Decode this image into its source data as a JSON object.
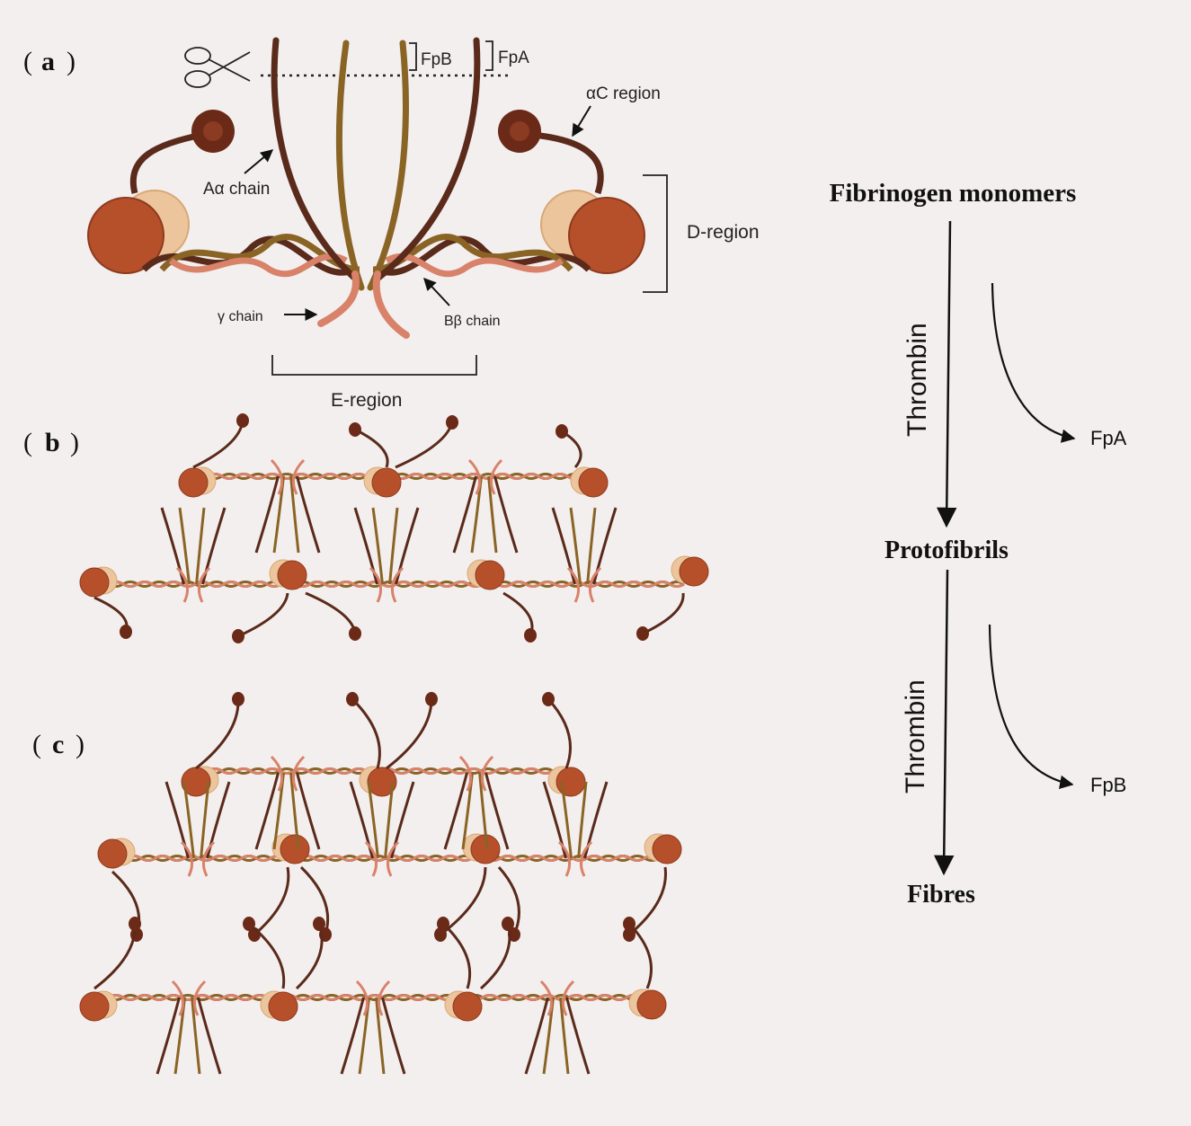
{
  "panels": {
    "a": "a",
    "b": "b",
    "c": "c"
  },
  "labels": {
    "fpb": "FpB",
    "fpa": "FpA",
    "ac_region": "αC region",
    "aa_chain": "Aα chain",
    "d_region": "D-region",
    "g_chain": "γ chain",
    "bb_chain": "Bβ chain",
    "e_region": "E-region"
  },
  "flow": {
    "monomers": "Fibrinogen  monomers",
    "thrombin1": "Thrombin",
    "fpa_release": "FpA",
    "protofibrils": "Protofibrils",
    "thrombin2": "Thrombin",
    "fpb_release": "FpB",
    "fibres": "Fibres"
  },
  "colors": {
    "background": "#f3efee",
    "dark_brown": "#5a2a1b",
    "olive": "#8a6425",
    "salmon": "#d9826a",
    "node": "#b5502a",
    "peach": "#edc59c"
  }
}
